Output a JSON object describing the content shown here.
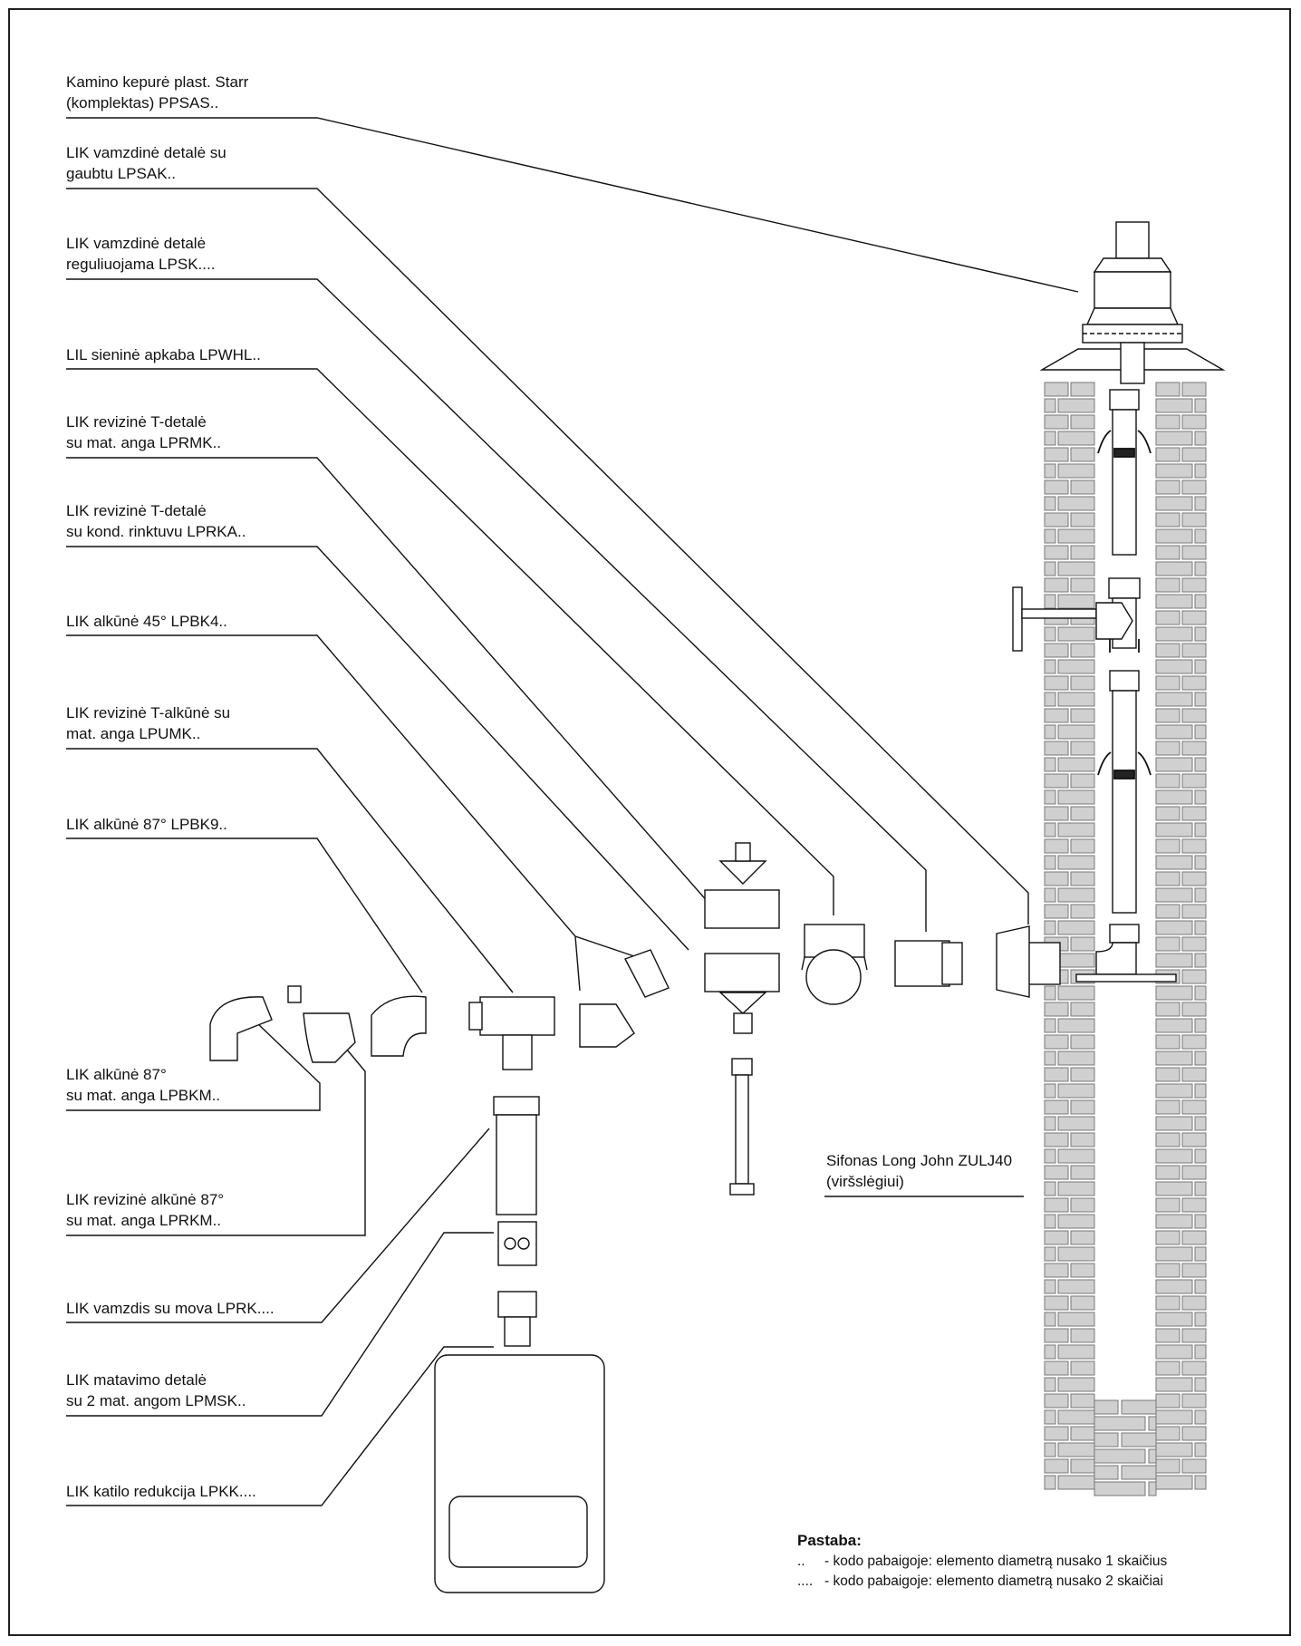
{
  "labels": [
    {
      "id": "chimney-cap",
      "lines": [
        "Kamino kepurė plast. Starr",
        "(komplektas) PPSAS.."
      ]
    },
    {
      "id": "pipe-with-hood",
      "lines": [
        "LIK vamzdinė detalė su",
        "gaubtu LPSAK.."
      ]
    },
    {
      "id": "adjustable-pipe",
      "lines": [
        "LIK vamzdinė detalė",
        "reguliuojama LPSK...."
      ]
    },
    {
      "id": "wall-clamp",
      "lines": [
        "LIL sieninė apkaba LPWHL.."
      ]
    },
    {
      "id": "inspection-tee-meas",
      "lines": [
        "LIK revizinė T-detalė",
        "su mat. anga LPRMK.."
      ]
    },
    {
      "id": "inspection-tee-cond",
      "lines": [
        "LIK revizinė T-detalė",
        "su kond. rinktuvu LPRKA.."
      ]
    },
    {
      "id": "elbow-45",
      "lines": [
        "LIK alkūnė 45° LPBK4.."
      ]
    },
    {
      "id": "inspection-t-elbow",
      "lines": [
        "LIK revizinė T-alkūnė su",
        "mat. anga LPUMK.."
      ]
    },
    {
      "id": "elbow-87",
      "lines": [
        "LIK alkūnė 87° LPBK9.."
      ]
    },
    {
      "id": "elbow-87-meas",
      "lines": [
        "LIK alkūnė 87°",
        "su mat. anga LPBKM.."
      ]
    },
    {
      "id": "inspection-elbow-87",
      "lines": [
        "LIK revizinė alkūnė 87°",
        "su mat. anga LPRKM.."
      ]
    },
    {
      "id": "pipe-with-socket",
      "lines": [
        "LIK vamzdis su mova LPRK...."
      ]
    },
    {
      "id": "measuring-part",
      "lines": [
        "LIK matavimo detalė",
        "su 2 mat. angom LPMSK.."
      ]
    },
    {
      "id": "boiler-reducer",
      "lines": [
        "LIK katilo redukcija LPKK...."
      ]
    },
    {
      "id": "siphon",
      "lines": [
        "Sifonas Long John ZULJ40",
        "(viršslėgiui)"
      ]
    }
  ],
  "note": {
    "title": "Pastaba:",
    "items": [
      {
        "marker": "..",
        "text": "- kodo pabaigoje: elemento diametrą nusako 1 skaičius"
      },
      {
        "marker": "....",
        "text": "- kodo pabaigoje: elemento diametrą nusako 2 skaičiai"
      }
    ]
  },
  "colors": {
    "line": "#111111",
    "brick_fill": "#d0d0d0",
    "brick_stroke": "#777777",
    "part_fill": "#ffffff"
  }
}
